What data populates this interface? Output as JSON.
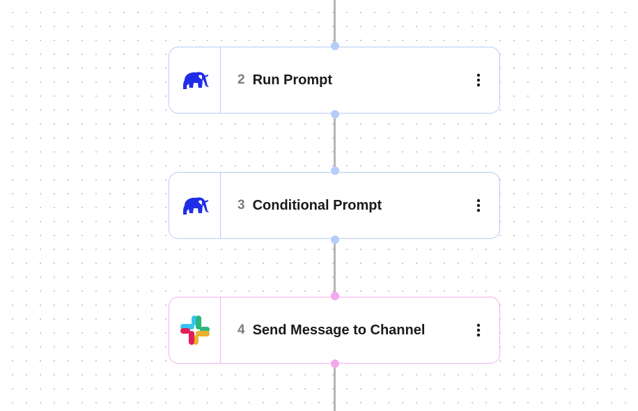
{
  "workflow": {
    "steps": [
      {
        "number": "2",
        "label": "Run Prompt",
        "icon": "elephant-icon"
      },
      {
        "number": "3",
        "label": "Conditional Prompt",
        "icon": "elephant-icon"
      },
      {
        "number": "4",
        "label": "Send Message to Channel",
        "icon": "slack-icon"
      }
    ]
  },
  "colors": {
    "node_border_blue": "#b7cbf7",
    "node_border_pink": "#f2b0ef",
    "port_blue": "#b6cdfb",
    "port_pink": "#f4a8ec",
    "connector": "#b6b6b6",
    "elephant": "#1f2ee6",
    "slack_blue": "#36c5f0",
    "slack_green": "#2eb67d",
    "slack_red": "#e01e5a",
    "slack_yellow": "#ecb22e"
  }
}
